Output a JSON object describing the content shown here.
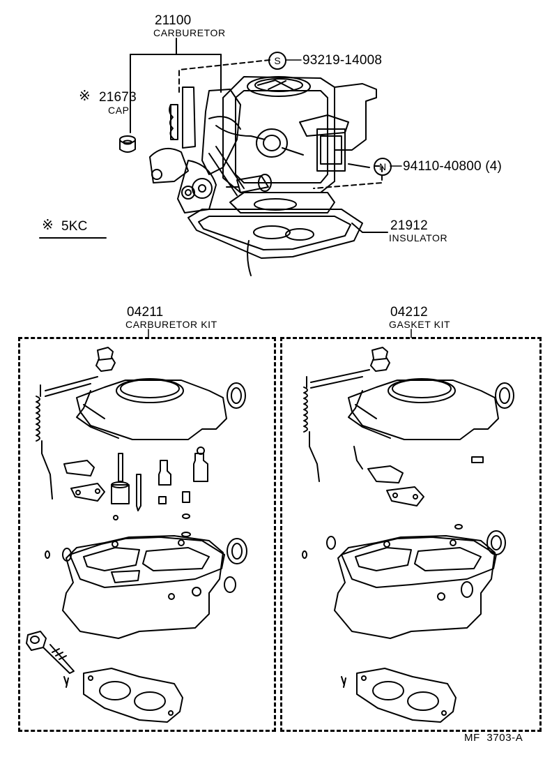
{
  "top": {
    "main_part": {
      "number": "21100",
      "name": "CARBURETOR"
    },
    "cap": {
      "mark": "※",
      "number": "21673",
      "name": "CAP"
    },
    "screw": {
      "symbol": "S",
      "number": "93219-14008"
    },
    "nut": {
      "symbol": "N",
      "number": "94110-40800 (4)"
    },
    "insulator": {
      "number": "21912",
      "name": "INSULATOR"
    },
    "engine_code": {
      "mark": "※",
      "text": "5KC"
    }
  },
  "kits": [
    {
      "number": "04211",
      "name": "CARBURETOR KIT"
    },
    {
      "number": "04212",
      "name": "GASKET KIT"
    }
  ],
  "footer": {
    "code": "MF  3703-A"
  }
}
